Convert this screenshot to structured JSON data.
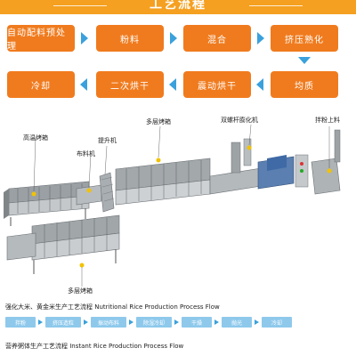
{
  "header": {
    "title": "工艺流程"
  },
  "process_flow": [
    "自动配料预处理",
    "粉料",
    "混合",
    "挤压熟化",
    "均质",
    "震动烘干",
    "二次烘干",
    "冷却"
  ],
  "machinery_labels": {
    "high_temp_oven": "高温烤箱",
    "spreader": "布料机",
    "hoist": "提升机",
    "multilayer_oven_top": "多层烤箱",
    "twin_screw_extruder": "双螺杆膨化机",
    "mixer_feeder": "拌粉上料",
    "multilayer_oven_bottom": "多层烤箱"
  },
  "nutritional_rice": {
    "title": "强化大米、黄金米生产工艺流程 Nutritional Rice Production Process Flow",
    "steps": [
      "拌粉",
      "挤压造粒",
      "振动布料",
      "除湿冷却",
      "干燥",
      "抛光",
      "冷却"
    ]
  },
  "instant_rice": {
    "title": "营养粥体生产工艺流程 Instant Rice Production Process Flow"
  },
  "colors": {
    "header": "#f5a020",
    "box": "#f07b1e",
    "arrow": "#3aa1dc",
    "step": "#8ec9ec"
  }
}
